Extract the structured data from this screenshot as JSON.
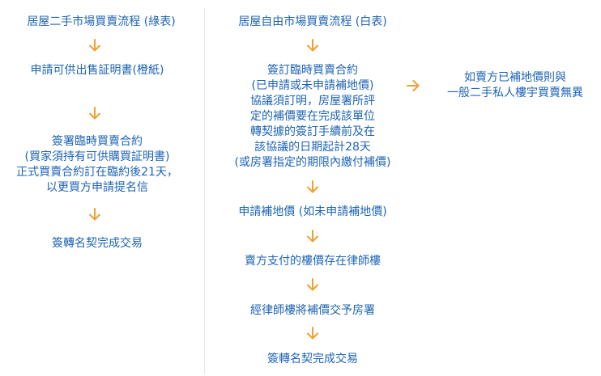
{
  "left_column": {
    "title": "居屋二手市場買賣流程 (綠表)",
    "step1": "申請可供出售証明書(橙紙)",
    "step2_lines": [
      "簽署臨時買賣合約",
      "(買家須持有可供購買証明書)",
      "正式買賣合約訂在臨約後21天，",
      "以更買方申請提名信"
    ],
    "step3": "簽轉名契完成交易"
  },
  "right_column": {
    "title": "居屋自由市場買賣流程 (白表)",
    "step1_lines": [
      "簽訂臨時買賣合約",
      "(已申請或未申請補地價)",
      "協議須訂明，房屋署所評",
      "定的補價要在完成該單位",
      "轉契據的簽訂手續前及在",
      "該協議的日期起計28天",
      "(或房署指定的期限內繳付補價)"
    ],
    "side_note_lines": [
      "如賣方已補地價則與",
      "一般二手私人樓宇買賣無異"
    ],
    "step2": "申請補地價 (如未申請補地價)",
    "step3": "賣方支付的樓價存在律師樓",
    "step4": "經律師樓將補價交予房署",
    "step5": "簽轉名契完成交易"
  },
  "colors": {
    "text": "#1e64b4",
    "arrow": "#f0a030",
    "divider": "#e6e6e6"
  }
}
